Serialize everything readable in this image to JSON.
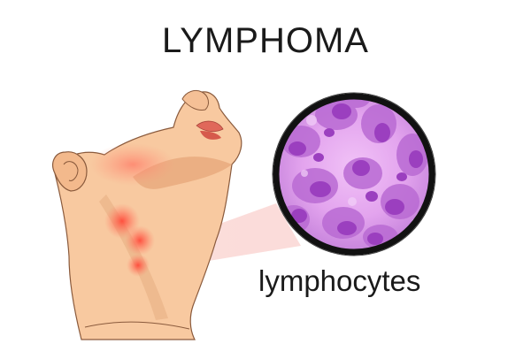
{
  "title": "LYMPHOMA",
  "caption": "lymphocytes",
  "colors": {
    "skin": "#f8c9a0",
    "skin_shadow": "#e7a97c",
    "outline": "#8a5a3c",
    "lips": "#e0685a",
    "inflammation": "#ff6b55",
    "cell_light": "#d59be6",
    "cell_dark": "#9b3fbf",
    "lens_border": "#111111"
  },
  "icons": [
    "neck-illustration",
    "lymph-node-icon",
    "magnifier-lens-icon"
  ]
}
